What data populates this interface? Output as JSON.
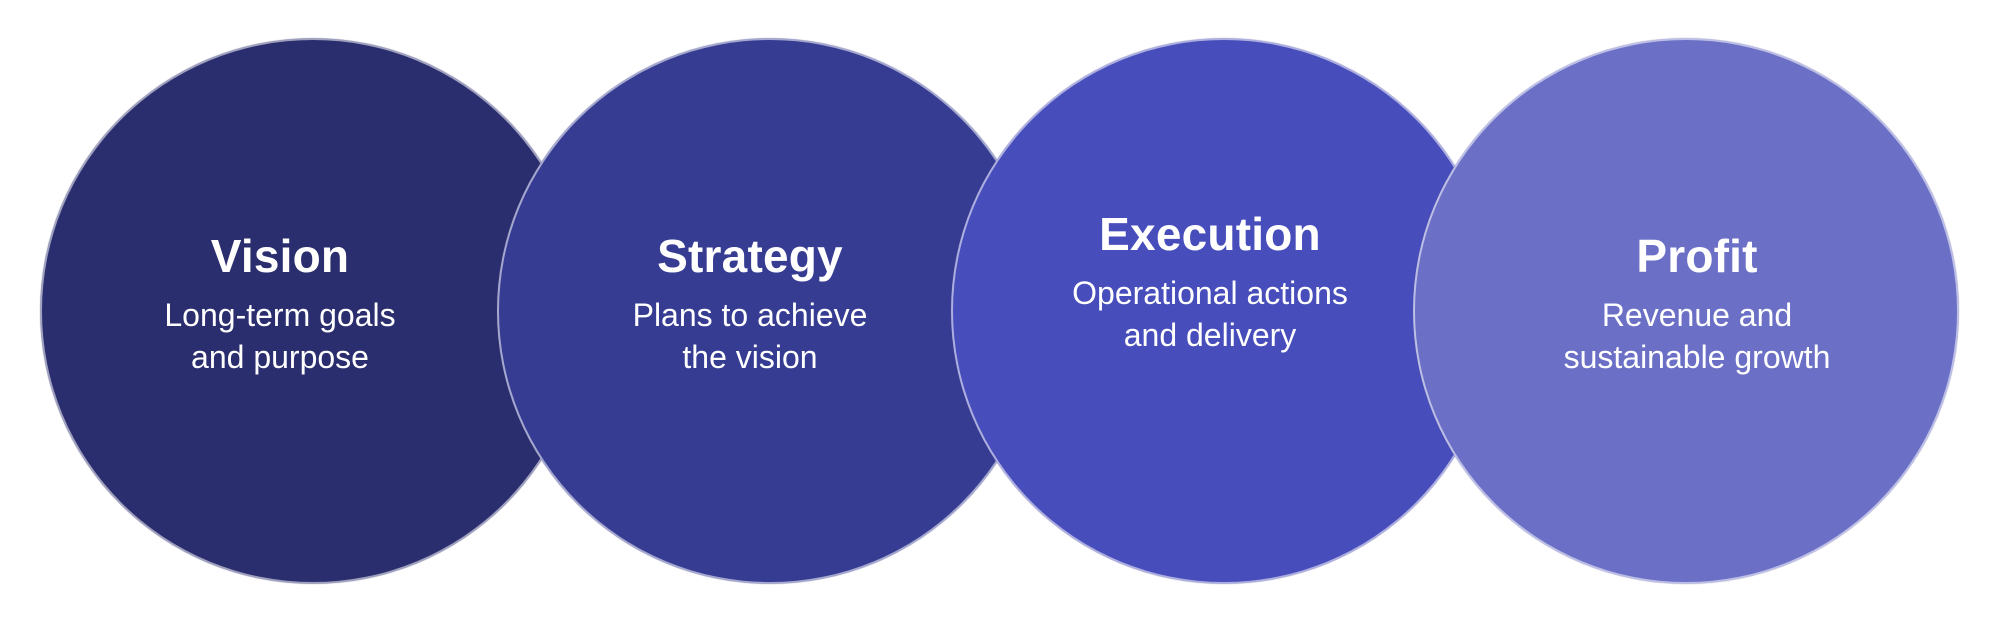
{
  "stages": [
    {
      "title": "Vision",
      "desc_line1": "Long-term goals",
      "desc_line2": "and purpose",
      "color": "#2B2E6E"
    },
    {
      "title": "Strategy",
      "desc_line1": "Plans to achieve",
      "desc_line2": "the vision",
      "color": "#373C93"
    },
    {
      "title": "Execution",
      "desc_line1": "Operational actions",
      "desc_line2": "and delivery",
      "color": "#474DBA"
    },
    {
      "title": "Profit",
      "desc_line1": "Revenue and",
      "desc_line2": "sustainable growth",
      "color": "#6B70C6"
    }
  ]
}
